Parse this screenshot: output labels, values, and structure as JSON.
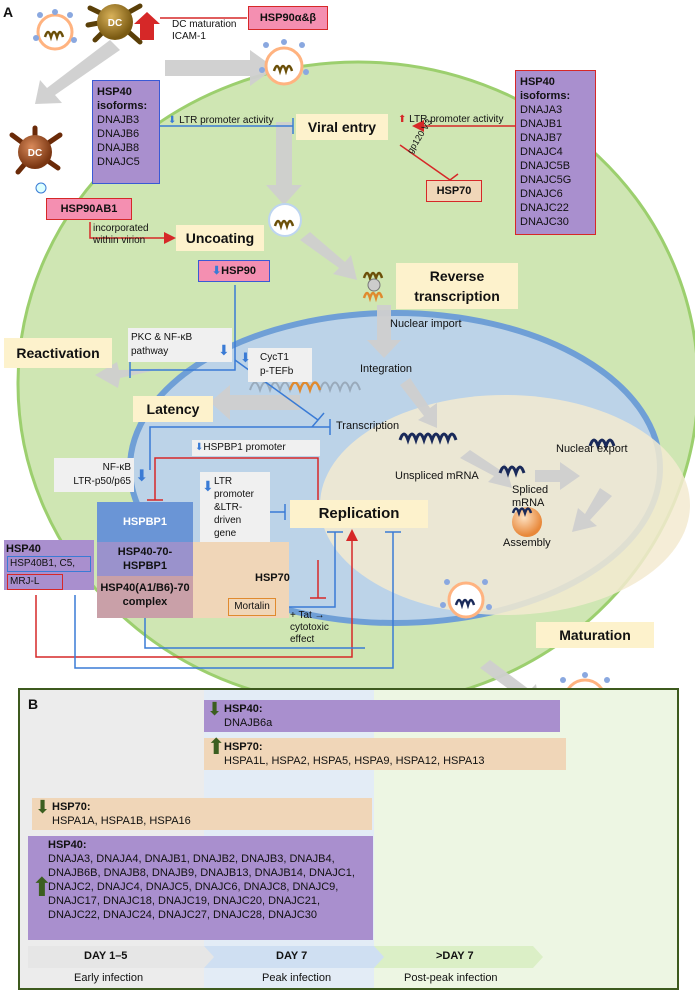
{
  "panel_a": {
    "label": "A",
    "dc_label": "DC",
    "hsp90ab": "HSP90α&β",
    "dc_maturation": "DC maturation",
    "icam": "ICAM-1",
    "hsp40_left": {
      "title": "HSP40 isoforms:",
      "items": [
        "DNAJB3",
        "DNAJB6",
        "DNAJB8",
        "DNAJC5"
      ]
    },
    "ltr_left": "LTR promoter activity",
    "viral_entry": "Viral entry",
    "ltr_right": "LTR promoter activity",
    "hsp40_right": {
      "title": "HSP40 isoforms:",
      "items": [
        "DNAJA3",
        "DNAJB1",
        "DNAJB7",
        "DNAJC4",
        "DNAJC5B",
        "DNAJC5G",
        "DNAJC6",
        "DNAJC22",
        "DNAJC30"
      ]
    },
    "gp120": "gp120 V3",
    "hsp70_box": "HSP70",
    "hsp90ab1": "HSP90AB1",
    "incorporated": "incorporated",
    "within_virion": "within virion",
    "uncoating": "Uncoating",
    "hsp90": "HSP90",
    "reverse_transcription_1": "Reverse",
    "reverse_transcription_2": "transcription",
    "nuclear_import": "Nuclear import",
    "reactivation": "Reactivation",
    "pkc_1": "PKC & NF-κB",
    "pkc_2": "pathway",
    "cyct1": "CycT1",
    "ptefb": "p-TEFb",
    "integration": "Integration",
    "latency": "Latency",
    "transcription": "Transcription",
    "hspbp1_promoter": "HSPBP1 promoter",
    "nfkb_1": "NF-κB",
    "nfkb_2": "LTR-p50/p65",
    "unspliced": "Unspliced mRNA",
    "nuclear_export": "Nuclear export",
    "spliced_1": "Spliced",
    "spliced_2": "mRNA",
    "ltr_block": [
      "LTR",
      "promoter",
      "&LTR-",
      "driven",
      "gene"
    ],
    "replication": "Replication",
    "assembly": "Assembly",
    "hspbp1": "HSPBP1",
    "hsp40_70_hspbp1_1": "HSP40-70-",
    "hsp40_70_hspbp1_2": "HSPBP1",
    "hsp70_mid": "HSP70",
    "complex_1": "HSP40(A1/B6)-70",
    "complex_2": "complex",
    "hsp40_small": "HSP40",
    "hsp40b1": "HSP40B1, C5,",
    "mrjl": "MRJ-L",
    "mortalin": "Mortalin",
    "tat_1": "+ Tat →",
    "tat_2": "cytotoxic",
    "tat_3": "effect",
    "maturation": "Maturation"
  },
  "panel_b": {
    "label": "B",
    "bars": [
      {
        "title": "HSP40:",
        "text": "DNAJB6a",
        "direction": "down"
      },
      {
        "title": "HSP70:",
        "text": "HSPA1L, HSPA2, HSPA5, HSPA9, HSPA12, HSPA13",
        "direction": "up"
      },
      {
        "title": "HSP70:",
        "text": "HSPA1A, HSPA1B, HSPA16",
        "direction": "down"
      },
      {
        "title": "HSP40:",
        "lines": [
          "DNAJA3, DNAJA4, DNAJB1, DNAJB2, DNAJB3, DNAJB4,",
          "DNAJB6B, DNAJB8, DNAJB9, DNAJB13, DNAJB14, DNAJC1,",
          "DNAJC2, DNAJC4, DNAJC5, DNAJC6, DNAJC8, DNAJC9,",
          "DNAJC17, DNAJC18, DNAJC19, DNAJC20, DNAJC21,",
          "DNAJC22, DNAJC24, DNAJC27, DNAJC28, DNAJC30"
        ],
        "direction": "up"
      }
    ],
    "phases": [
      {
        "day": "DAY 1–5",
        "desc": "Early infection"
      },
      {
        "day": "DAY 7",
        "desc": "Peak infection"
      },
      {
        "day": ">DAY 7",
        "desc": "Post-peak infection"
      }
    ]
  },
  "colors": {
    "purple": "#a98fce",
    "tan": "#f0d6b8",
    "pink": "#f48fb1",
    "cream": "#fdf2cc",
    "green": "#cfe6b3",
    "arrow_down": "#3b5e1f"
  }
}
